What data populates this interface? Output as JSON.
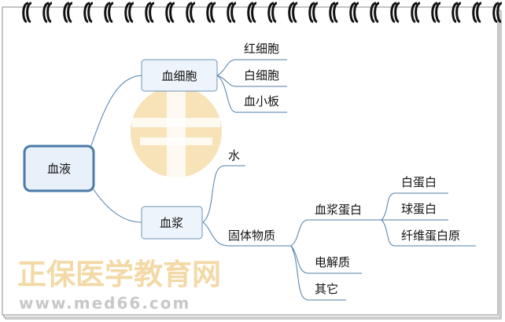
{
  "colors": {
    "branch_line": "#4f7ea8",
    "root_border": "#4a7aa8",
    "root_fill": "#e8f0fa",
    "node_border": "#6d93b8",
    "node_fill": "#eef4fb",
    "watermark_orange": "#f6dcaa",
    "watermark_gray": "#d0d0d0"
  },
  "watermark": {
    "title": "正保医学教育网",
    "url": "www.med66.com"
  },
  "mindmap": {
    "root": "血液",
    "branches": [
      {
        "label": "血细胞",
        "children": [
          "红细胞",
          "白细胞",
          "血小板"
        ]
      },
      {
        "label": "血浆",
        "children": [
          {
            "label": "水"
          },
          {
            "label": "固体物质",
            "children": [
              {
                "label": "血浆蛋白",
                "children": [
                  "白蛋白",
                  "球蛋白",
                  "纤维蛋白原"
                ]
              },
              {
                "label": "电解质"
              },
              {
                "label": "其它"
              }
            ]
          }
        ]
      }
    ]
  }
}
